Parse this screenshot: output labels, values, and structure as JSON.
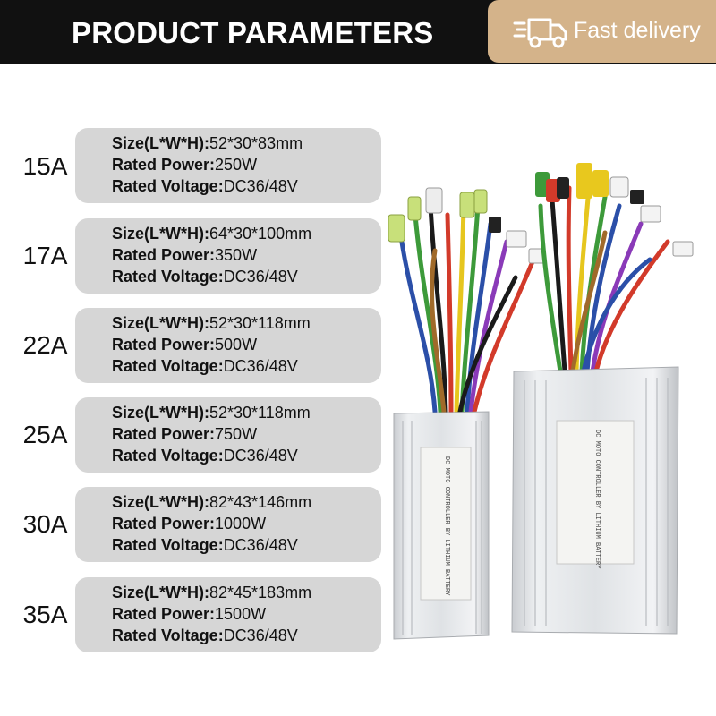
{
  "header": {
    "title": "PRODUCT PARAMETERS",
    "delivery_label": "Fast delivery",
    "delivery_icon": "delivery-truck-icon",
    "colors": {
      "bar": "#111111",
      "badge": "#d4b38a"
    }
  },
  "specs": [
    {
      "amp": "15A",
      "size_label": "Size(L*W*H):",
      "size": "52*30*83mm",
      "power_label": "Rated Power:",
      "power": "250W",
      "voltage_label": "Rated Voltage:",
      "voltage": "DC36/48V"
    },
    {
      "amp": "17A",
      "size_label": "Size(L*W*H):",
      "size": "64*30*100mm",
      "power_label": "Rated Power:",
      "power": "350W",
      "voltage_label": "Rated Voltage:",
      "voltage": "DC36/48V"
    },
    {
      "amp": "22A",
      "size_label": "Size(L*W*H):",
      "size": "52*30*118mm",
      "power_label": "Rated Power:",
      "power": "500W",
      "voltage_label": "Rated Voltage:",
      "voltage": "DC36/48V"
    },
    {
      "amp": "25A",
      "size_label": "Size(L*W*H):",
      "size": "52*30*118mm",
      "power_label": "Rated Power:",
      "power": "750W",
      "voltage_label": "Rated Voltage:",
      "voltage": "DC36/48V"
    },
    {
      "amp": "30A",
      "size_label": "Size(L*W*H):",
      "size": "82*43*146mm",
      "power_label": "Rated Power:",
      "power": "1000W",
      "voltage_label": "Rated Voltage:",
      "voltage": "DC36/48V"
    },
    {
      "amp": "35A",
      "size_label": "Size(L*W*H):",
      "size": "82*45*183mm",
      "power_label": "Rated Power:",
      "power": "1500W",
      "voltage_label": "Rated Voltage:",
      "voltage": "DC36/48V"
    }
  ],
  "product": {
    "left_label": "DC MOTO CONTROLLER BY LITHIUM BATTERY",
    "right_label": "DC MOTO CONTROLLER BY LITHIUM BATTERY"
  }
}
